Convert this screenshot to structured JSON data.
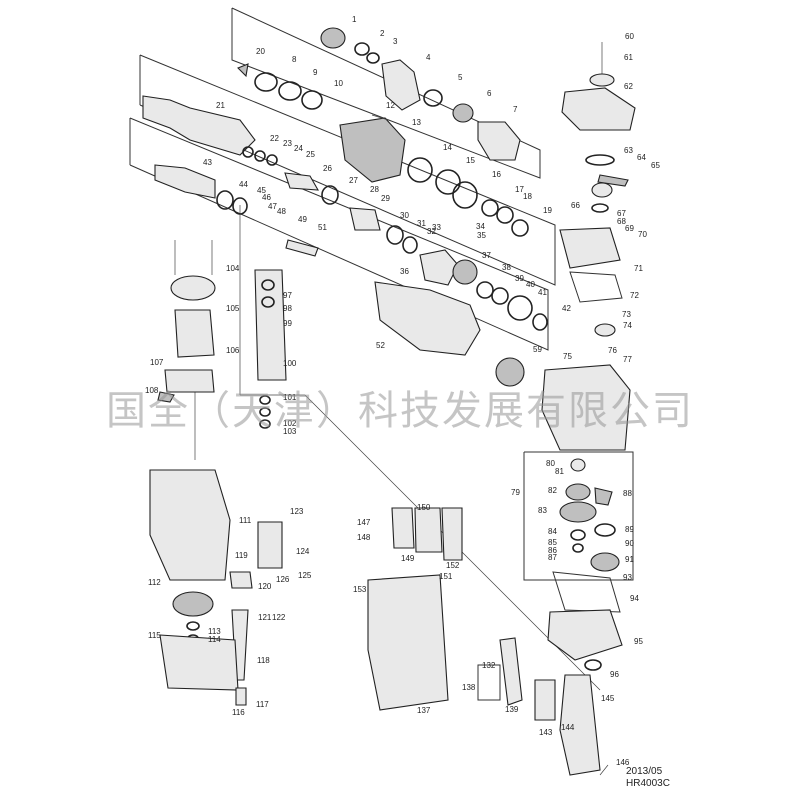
{
  "watermark": "国全（天津）科技发展有限公司",
  "footer": {
    "date": "2013/05",
    "model": "HR4003C"
  },
  "callouts": [
    "1",
    "2",
    "3",
    "4",
    "5",
    "6",
    "7",
    "8",
    "9",
    "10",
    "12",
    "13",
    "14",
    "15",
    "16",
    "17",
    "18",
    "19",
    "20",
    "21",
    "22",
    "23",
    "24",
    "25",
    "26",
    "27",
    "28",
    "29",
    "30",
    "31",
    "32",
    "33",
    "34",
    "35",
    "36",
    "37",
    "38",
    "39",
    "40",
    "41",
    "42",
    "43",
    "44",
    "45",
    "46",
    "47",
    "48",
    "49",
    "51",
    "52",
    "59",
    "60",
    "61",
    "62",
    "63",
    "64",
    "65",
    "66",
    "67",
    "68",
    "69",
    "70",
    "71",
    "72",
    "73",
    "74",
    "75",
    "76",
    "77",
    "79",
    "80",
    "81",
    "82",
    "83",
    "84",
    "85",
    "86",
    "87",
    "88",
    "89",
    "90",
    "91",
    "93",
    "94",
    "95",
    "96",
    "97",
    "98",
    "99",
    "100",
    "101",
    "102",
    "103",
    "104",
    "105",
    "106",
    "107",
    "108",
    "111",
    "112",
    "113",
    "114",
    "115",
    "116",
    "117",
    "118",
    "119",
    "120",
    "121",
    "122",
    "123",
    "124",
    "125",
    "126",
    "132",
    "137",
    "138",
    "139",
    "143",
    "144",
    "145",
    "146",
    "147",
    "148",
    "149",
    "150",
    "151",
    "152",
    "153"
  ]
}
